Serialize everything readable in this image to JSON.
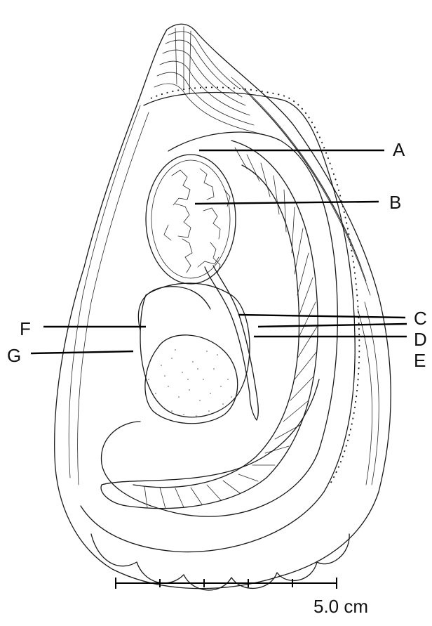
{
  "labels": {
    "A": "A",
    "B": "B",
    "C": "C",
    "D": "D",
    "E": "E",
    "F": "F",
    "G": "G"
  },
  "scale_bar": {
    "text": "5.0 cm",
    "divisions": 5
  },
  "colors": {
    "ink": "#1a1a1a",
    "background": "#ffffff"
  }
}
